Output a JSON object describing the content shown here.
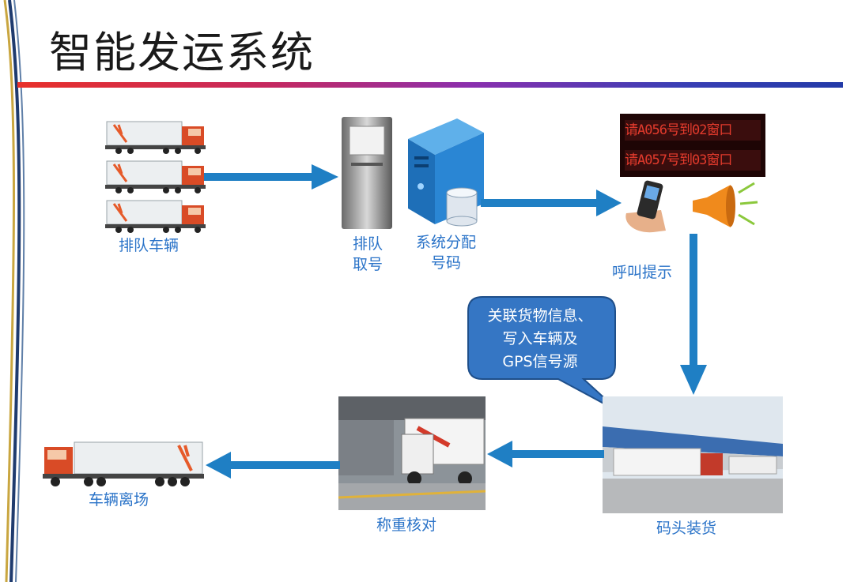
{
  "slide": {
    "title": "智能发运系统",
    "colors": {
      "accent_gradient": [
        "#e8302a",
        "#9b2fb0",
        "#2a3fb0"
      ],
      "label": "#2a73c8",
      "arrow": "#1f7fc4",
      "bubble": "#3576c4"
    }
  },
  "flow": {
    "queue_label": "排队车辆",
    "ticket_label": "排队\n取号",
    "assign_label": "系统分配\n号码",
    "call_label": "呼叫提示",
    "bubble_text": "关联货物信息、\n写入车辆及\nGPS信号源",
    "load_label": "码头装货",
    "weigh_label": "称重核对",
    "depart_label": "车辆离场"
  },
  "led_board": {
    "line1": "请A056号到02窗口",
    "line2": "请A057号到03窗口"
  },
  "icons": {
    "queue": "truck-icon",
    "ticket": "ticket-kiosk-icon",
    "server": "server-icon",
    "database": "database-icon",
    "phone": "mobile-phone-icon",
    "speaker": "loudspeaker-icon",
    "dock": "loading-dock-photo",
    "weigh": "weighbridge-photo"
  }
}
